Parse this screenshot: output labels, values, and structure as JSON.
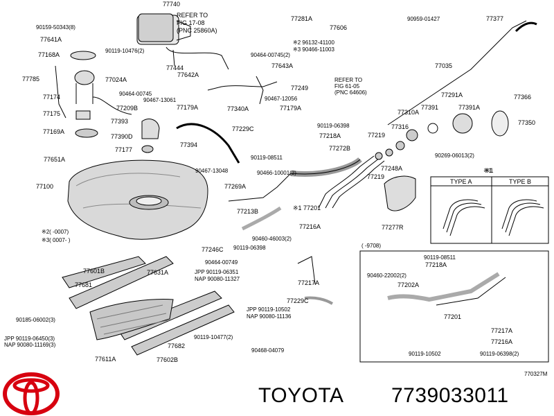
{
  "part_labels": [
    {
      "id": "77740",
      "text": "77740"
    },
    {
      "id": "refer1",
      "text": "REFER TO"
    },
    {
      "id": "refer2",
      "text": "FIG 17-08"
    },
    {
      "id": "refer3",
      "text": "(PNC 25860A)"
    },
    {
      "id": "90159",
      "text": "90159-50343(8)"
    },
    {
      "id": "77641A",
      "text": "77641A"
    },
    {
      "id": "90119a",
      "text": "90119-10476(2)"
    },
    {
      "id": "77168A",
      "text": "77168A"
    },
    {
      "id": "77785",
      "text": "77785"
    },
    {
      "id": "77024A",
      "text": "77024A"
    },
    {
      "id": "77174",
      "text": "77174"
    },
    {
      "id": "90464a",
      "text": "90464-00745"
    },
    {
      "id": "77209B",
      "text": "77209B"
    },
    {
      "id": "77175",
      "text": "77175"
    },
    {
      "id": "77393",
      "text": "77393"
    },
    {
      "id": "77169A",
      "text": "77169A"
    },
    {
      "id": "77390D",
      "text": "77390D"
    },
    {
      "id": "77177",
      "text": "77177"
    },
    {
      "id": "77651A",
      "text": "77651A"
    },
    {
      "id": "77100",
      "text": "77100"
    },
    {
      "id": "note2",
      "text": "※2(         -0007)"
    },
    {
      "id": "note3",
      "text": "※3( 0007-         )"
    },
    {
      "id": "77444",
      "text": "77444"
    },
    {
      "id": "77642A",
      "text": "77642A"
    },
    {
      "id": "90467a",
      "text": "90467-13061"
    },
    {
      "id": "77179Aa",
      "text": "77179A"
    },
    {
      "id": "77394",
      "text": "77394"
    },
    {
      "id": "77281A",
      "text": "77281A"
    },
    {
      "id": "77606",
      "text": "77606"
    },
    {
      "id": "90464b",
      "text": "90464-00745(2)"
    },
    {
      "id": "ref96132",
      "text": "※2 96132-41100"
    },
    {
      "id": "ref90466",
      "text": "※3 90466-11003"
    },
    {
      "id": "77643A",
      "text": "77643A"
    },
    {
      "id": "77249",
      "text": "77249"
    },
    {
      "id": "90467b",
      "text": "90467-12056"
    },
    {
      "id": "77340A",
      "text": "77340A"
    },
    {
      "id": "77179Ab",
      "text": "77179A"
    },
    {
      "id": "refer4",
      "text": "REFER TO"
    },
    {
      "id": "refer5",
      "text": "FIG 61-05"
    },
    {
      "id": "refer6",
      "text": "(PNC 64606)"
    },
    {
      "id": "90959",
      "text": "90959-01427"
    },
    {
      "id": "77377",
      "text": "77377"
    },
    {
      "id": "77035",
      "text": "77035"
    },
    {
      "id": "77291A",
      "text": "77291A"
    },
    {
      "id": "77366",
      "text": "77366"
    },
    {
      "id": "77391a",
      "text": "77391"
    },
    {
      "id": "77391A",
      "text": "77391A"
    },
    {
      "id": "77310A",
      "text": "77310A"
    },
    {
      "id": "77350",
      "text": "77350"
    },
    {
      "id": "77316",
      "text": "77316"
    },
    {
      "id": "77219a",
      "text": "77219"
    },
    {
      "id": "90269",
      "text": "90269-06013(2)"
    },
    {
      "id": "77229Ca",
      "text": "77229C"
    },
    {
      "id": "90119b",
      "text": "90119-06398"
    },
    {
      "id": "77218Aa",
      "text": "77218A"
    },
    {
      "id": "77272B",
      "text": "77272B"
    },
    {
      "id": "90119c",
      "text": "90119-08511"
    },
    {
      "id": "77248A",
      "text": "77248A"
    },
    {
      "id": "77219b",
      "text": "77219"
    },
    {
      "id": "90467c",
      "text": "90467-13048"
    },
    {
      "id": "90466a",
      "text": "90466-10001(2)"
    },
    {
      "id": "77269A",
      "text": "77269A"
    },
    {
      "id": "x1a",
      "text": "※1"
    },
    {
      "id": "77201a",
      "text": "※1 77201"
    },
    {
      "id": "77213B",
      "text": "77213B"
    },
    {
      "id": "77277R",
      "text": "77277R"
    },
    {
      "id": "90460a",
      "text": "90460-46003(2)"
    },
    {
      "id": "77216Aa",
      "text": "77216A"
    },
    {
      "id": "90119d",
      "text": "90119-06398"
    },
    {
      "id": "77246C",
      "text": "77246C"
    },
    {
      "id": "90464c",
      "text": "90464-00749"
    },
    {
      "id": "77601B",
      "text": "77601B"
    },
    {
      "id": "77681",
      "text": "77681"
    },
    {
      "id": "77631A",
      "text": "77631A"
    },
    {
      "id": "jpp1",
      "text": "JPP 90119-06351"
    },
    {
      "id": "nap1",
      "text": "NAP 90080-11327"
    },
    {
      "id": "77217Aa",
      "text": "77217A"
    },
    {
      "id": "77229Cb",
      "text": "77229C"
    },
    {
      "id": "jpp2",
      "text": "JPP 90119-10502"
    },
    {
      "id": "nap2",
      "text": "NAP 90080-11136"
    },
    {
      "id": "90185",
      "text": "90185-06002(3)"
    },
    {
      "id": "jpp3",
      "text": "JPP 90119-06450(3)"
    },
    {
      "id": "nap3",
      "text": "NAP 90080-11169(3)"
    },
    {
      "id": "77682",
      "text": "77682"
    },
    {
      "id": "90119e",
      "text": "90119-10477(2)"
    },
    {
      "id": "77611A",
      "text": "77611A"
    },
    {
      "id": "77602B",
      "text": "77602B"
    },
    {
      "id": "90468",
      "text": "90468-04079"
    },
    {
      "id": "inset_range",
      "text": "(        -9708)"
    },
    {
      "id": "90119f",
      "text": "90119-08511"
    },
    {
      "id": "77218Ab",
      "text": "77218A"
    },
    {
      "id": "90460b",
      "text": "90460-22002(2)"
    },
    {
      "id": "77202A",
      "text": "77202A"
    },
    {
      "id": "77201b",
      "text": "77201"
    },
    {
      "id": "77217Ab",
      "text": "77217A"
    },
    {
      "id": "77216Ab",
      "text": "77216A"
    },
    {
      "id": "90119g",
      "text": "90119-10502"
    },
    {
      "id": "90119h",
      "text": "90119-06398(2)"
    },
    {
      "id": "x1b",
      "text": "※1"
    },
    {
      "id": "typeA",
      "text": "TYPE  A"
    },
    {
      "id": "typeB",
      "text": "TYPE  B"
    },
    {
      "id": "figcode",
      "text": "770327M"
    }
  ],
  "brand": {
    "logo": "toyota-logo",
    "logo_color": "#d7000f",
    "name": "TOYOTA",
    "part_number": "7739033011"
  }
}
